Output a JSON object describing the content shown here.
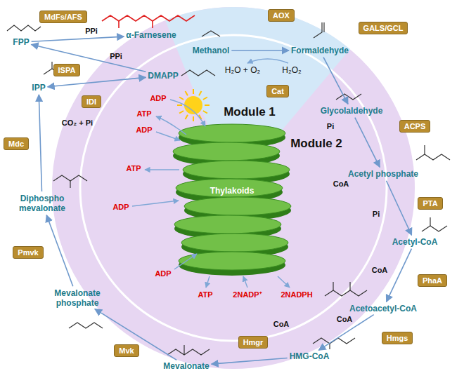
{
  "diagram": {
    "nodes": [
      {
        "text": [
          "Methanol"
        ]
      },
      {
        "text": [
          "AOX"
        ]
      },
      {
        "text": [
          "Formaldehyde"
        ]
      },
      {
        "text": [
          "Cat"
        ]
      },
      {
        "text": [
          "GALS/GCL"
        ]
      },
      {
        "text": [
          "Glycolaldehyde"
        ]
      },
      {
        "text": [
          "ACPS"
        ]
      },
      {
        "text": [
          "Acetyl phosphate"
        ]
      },
      {
        "text": [
          "PTA"
        ]
      },
      {
        "text": [
          "Acetyl-CoA"
        ]
      },
      {
        "text": [
          "PhaA"
        ]
      },
      {
        "text": [
          "Acetoacetyl-CoA"
        ]
      },
      {
        "text": [
          "Hmgs"
        ]
      },
      {
        "text": [
          "HMG-CoA"
        ]
      },
      {
        "text": [
          "Hmgr"
        ]
      },
      {
        "text": [
          "Mevalonate"
        ]
      },
      {
        "text": [
          "Mvk"
        ]
      },
      {
        "text": [
          "Mevalonate phosphate"
        ]
      },
      {
        "text": [
          "Pmvk"
        ]
      },
      {
        "text": [
          "Diphospho mevalonate"
        ]
      },
      {
        "text": [
          "Mdc"
        ]
      },
      {
        "text": [
          "IPP"
        ]
      },
      {
        "text": [
          "IDI"
        ]
      },
      {
        "text": [
          "DMAPP"
        ]
      },
      {
        "text": [
          "ISPA"
        ]
      },
      {
        "text": [
          "FPP"
        ]
      },
      {
        "text": [
          "MdFs/AFS"
        ]
      },
      {
        "text": [
          "α-Farnesene"
        ]
      }
    ],
    "edges": [
      {
        "from": 0,
        "to": 2,
        "arrow": "to"
      },
      {
        "from": 2,
        "to": 5,
        "arrow": "to"
      },
      {
        "from": 5,
        "to": 7,
        "arrow": "to"
      },
      {
        "from": 7,
        "to": 9,
        "arrow": "to"
      },
      {
        "from": 9,
        "to": 11,
        "arrow": "to"
      },
      {
        "from": 11,
        "to": 13,
        "arrow": "to"
      },
      {
        "from": 13,
        "to": 15,
        "arrow": "to"
      },
      {
        "from": 15,
        "to": 17,
        "arrow": "to"
      },
      {
        "from": 17,
        "to": 19,
        "arrow": "to"
      },
      {
        "from": 19,
        "to": 21,
        "arrow": "to"
      },
      {
        "from": 21,
        "to": 23,
        "arrow": "both"
      },
      {
        "from": 23,
        "to": 25,
        "arrow": "to"
      },
      {
        "from": 25,
        "to": 27,
        "arrow": "to"
      }
    ],
    "labels": [
      "Module 1",
      "Module 2",
      "H₂O + O₂",
      "H₂O₂",
      "Pi",
      "CoA",
      "Pi",
      "CoA",
      "CoA",
      "CoA",
      "2NADPH",
      "2NADP⁺",
      "ATP",
      "ADP",
      "ADP",
      "ATP",
      "ADP",
      "ATP",
      "ADP",
      "CO₂ + Pi",
      "PPi",
      "PPi",
      "Thylakoids"
    ]
  }
}
